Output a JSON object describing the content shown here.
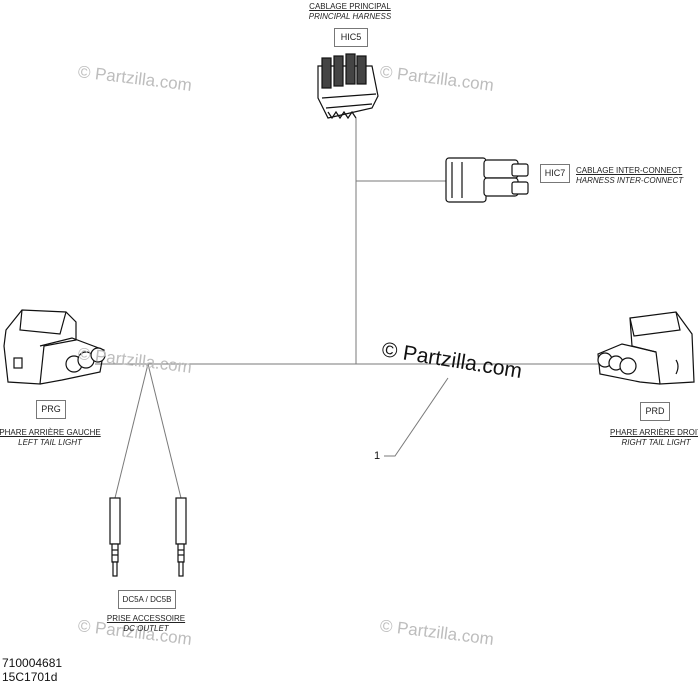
{
  "watermarks": {
    "main": "© Partzilla.com",
    "faint": "© Partzilla.com"
  },
  "connectors": {
    "hic5": {
      "code": "HIC5",
      "fr": "CABLAGE PRINCIPAL",
      "en": "PRINCIPAL HARNESS"
    },
    "hic7": {
      "code": "HIC7",
      "fr": "CABLAGE INTER-CONNECT",
      "en": "HARNESS INTER-CONNECT"
    },
    "prg": {
      "code": "PRG",
      "fr": "PHARE ARRIÈRE GAUCHE",
      "en": "LEFT TAIL LIGHT"
    },
    "prd": {
      "code": "PRD",
      "fr": "PHARE ARRIÈRE DROIT",
      "en": "RIGHT TAIL LIGHT"
    },
    "dc5": {
      "code": "DC5A / DC5B",
      "fr": "PRISE ACCESSOIRE",
      "en": "DC OUTLET"
    }
  },
  "callout": {
    "number": "1"
  },
  "footer": {
    "line1": "710004681",
    "line2": "15C1701d"
  },
  "colors": {
    "line": "#7a7a7a",
    "ink": "#111111",
    "watermark": "#bdbdbd"
  }
}
